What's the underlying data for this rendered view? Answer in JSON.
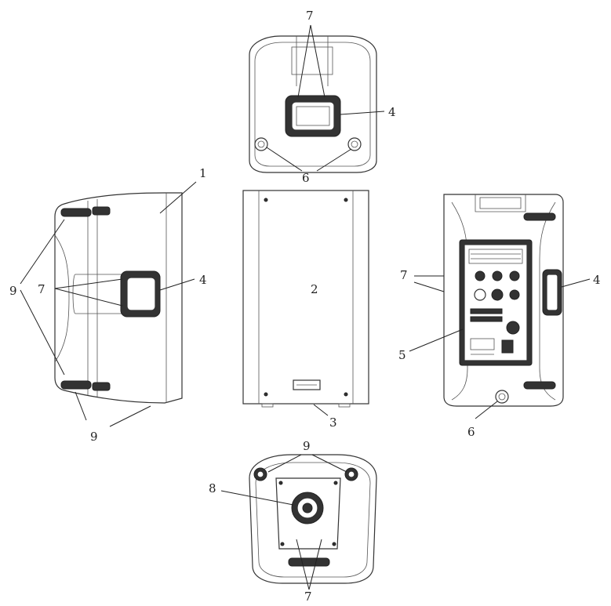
{
  "labels": {
    "top_view_label": "7",
    "top_view_handle": "4",
    "top_view_feet": "6",
    "enclosure_label": "1",
    "front_grille_label": "2",
    "logo_badge_label": "3",
    "side_handle_label": "4",
    "side_lip_top_label": "9",
    "side_lip_label_left": "9",
    "side_lip_bottom_label": "9",
    "side_rigging_label": "7",
    "back_rigging_label": "7",
    "back_handle_label": "4",
    "back_panel_label": "5",
    "back_foot_label": "6",
    "bottom_feet_label": "9",
    "bottom_pole_mount_label": "8",
    "bottom_rigging_label": "7"
  },
  "icons": {
    "handle": "handle-icon",
    "foot": "foot-icon",
    "pole_mount": "pole-mount-icon"
  },
  "colors": {
    "line": "#333333",
    "background": "#ffffff"
  }
}
